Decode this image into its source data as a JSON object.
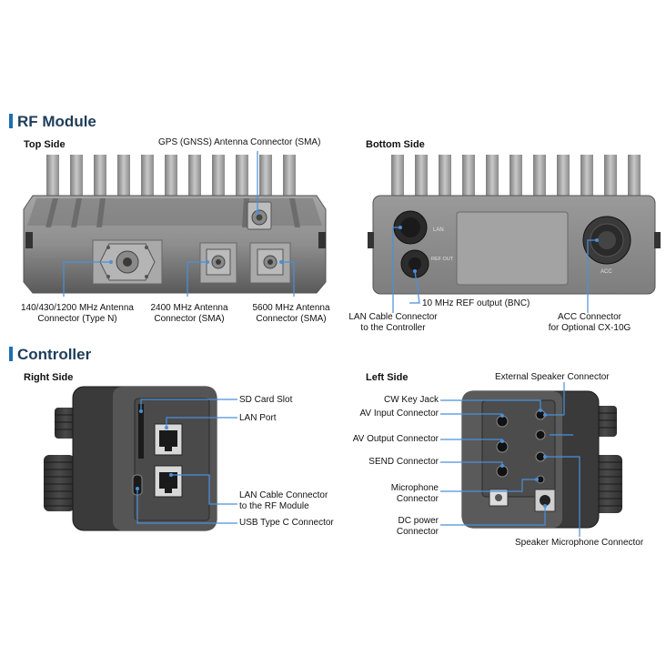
{
  "rf_module": {
    "title": "RF Module",
    "top_side": {
      "title": "Top Side",
      "labels": {
        "gps": "GPS (GNSS) Antenna Connector (SMA)",
        "ant_n_1": "140/430/1200 MHz Antenna",
        "ant_n_2": "Connector (Type N)",
        "ant_2400_1": "2400 MHz Antenna",
        "ant_2400_2": "Connector (SMA)",
        "ant_5600_1": "5600 MHz Antenna",
        "ant_5600_2": "Connector (SMA)"
      }
    },
    "bottom_side": {
      "title": "Bottom Side",
      "labels": {
        "lan_1": "LAN Cable Connector",
        "lan_2": "to the Controller",
        "ref": "10 MHz REF output (BNC)",
        "acc_1": "ACC Connector",
        "acc_2": "for Optional CX-10G"
      },
      "print": {
        "lan": "LAN",
        "ref": "REF OUT",
        "acc": "ACC"
      }
    }
  },
  "controller": {
    "title": "Controller",
    "right_side": {
      "title": "Right Side",
      "labels": {
        "sd": "SD Card Slot",
        "lan_port": "LAN Port",
        "lan_rf_1": "LAN Cable Connector",
        "lan_rf_2": "to the RF Module",
        "usb": "USB Type C Connector"
      }
    },
    "left_side": {
      "title": "Left Side",
      "labels": {
        "ext_spk": "External Speaker Connector",
        "cw": "CW Key Jack",
        "av_in": "AV Input Connector",
        "av_out": "AV Output Connector",
        "send": "SEND Connector",
        "mic_1": "Microphone",
        "mic_2": "Connector",
        "dc_1": "DC power",
        "dc_2": "Connector",
        "spk_mic": "Speaker Microphone Connector"
      }
    }
  },
  "colors": {
    "title": "#1f3d5a",
    "accent_bar": "#1f6fb2",
    "leader": "#4a90d9",
    "body_dark": "#3c3c3c",
    "body_mid": "#8a8a8a",
    "body_light": "#b9b9b9"
  }
}
